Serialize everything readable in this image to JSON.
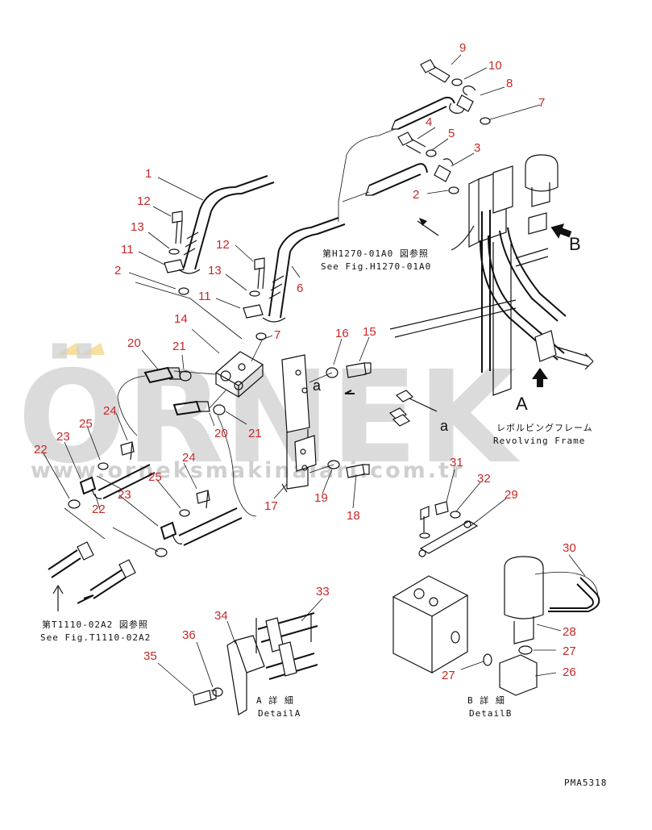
{
  "watermark": {
    "main": "ÖRNEK",
    "url": "www.orneksmakinalari.com.tr"
  },
  "parts": [
    {
      "id": "p9",
      "label": "9"
    },
    {
      "id": "p10",
      "label": "10"
    },
    {
      "id": "p8",
      "label": "8"
    },
    {
      "id": "p7a",
      "label": "7"
    },
    {
      "id": "p4",
      "label": "4"
    },
    {
      "id": "p5",
      "label": "5"
    },
    {
      "id": "p3",
      "label": "3"
    },
    {
      "id": "p2a",
      "label": "2"
    },
    {
      "id": "p1",
      "label": "1"
    },
    {
      "id": "p12a",
      "label": "12"
    },
    {
      "id": "p13a",
      "label": "13"
    },
    {
      "id": "p11a",
      "label": "11"
    },
    {
      "id": "p2b",
      "label": "2"
    },
    {
      "id": "p12b",
      "label": "12"
    },
    {
      "id": "p13b",
      "label": "13"
    },
    {
      "id": "p11b",
      "label": "11"
    },
    {
      "id": "p6",
      "label": "6"
    },
    {
      "id": "p14",
      "label": "14"
    },
    {
      "id": "p7b",
      "label": "7"
    },
    {
      "id": "p20a",
      "label": "20"
    },
    {
      "id": "p21a",
      "label": "21"
    },
    {
      "id": "p16",
      "label": "16"
    },
    {
      "id": "p15",
      "label": "15"
    },
    {
      "id": "p24a",
      "label": "24"
    },
    {
      "id": "p20b",
      "label": "20"
    },
    {
      "id": "p21b",
      "label": "21"
    },
    {
      "id": "p25a",
      "label": "25"
    },
    {
      "id": "p23a",
      "label": "23"
    },
    {
      "id": "p22a",
      "label": "22"
    },
    {
      "id": "p24b",
      "label": "24"
    },
    {
      "id": "p25b",
      "label": "25"
    },
    {
      "id": "p23b",
      "label": "23"
    },
    {
      "id": "p22b",
      "label": "22"
    },
    {
      "id": "p17",
      "label": "17"
    },
    {
      "id": "p19",
      "label": "19"
    },
    {
      "id": "p18",
      "label": "18"
    },
    {
      "id": "p31",
      "label": "31"
    },
    {
      "id": "p32",
      "label": "32"
    },
    {
      "id": "p29",
      "label": "29"
    },
    {
      "id": "p30",
      "label": "30"
    },
    {
      "id": "p28",
      "label": "28"
    },
    {
      "id": "p27a",
      "label": "27"
    },
    {
      "id": "p26",
      "label": "26"
    },
    {
      "id": "p27b",
      "label": "27"
    },
    {
      "id": "p33",
      "label": "33"
    },
    {
      "id": "p34",
      "label": "34"
    },
    {
      "id": "p36",
      "label": "36"
    },
    {
      "id": "p35",
      "label": "35"
    }
  ],
  "notes": {
    "ref_h1270_jp": "第H1270-01A0 図参照",
    "ref_h1270_en": "See Fig.H1270-01A0",
    "ref_t1110_jp": "第T1110-02A2 図参照",
    "ref_t1110_en": "See Fig.T1110-02A2",
    "revolving_jp": "レボルビングフレーム",
    "revolving_en": "Revolving Frame",
    "detail_a_jp": "A 詳 細",
    "detail_a_en": "DetailA",
    "detail_b_jp": "B 詳 細",
    "detail_b_en": "DetailB",
    "figure_code": "PMA5318"
  },
  "view_letters": {
    "A": "A",
    "B": "B",
    "a1": "a",
    "a2": "a"
  }
}
